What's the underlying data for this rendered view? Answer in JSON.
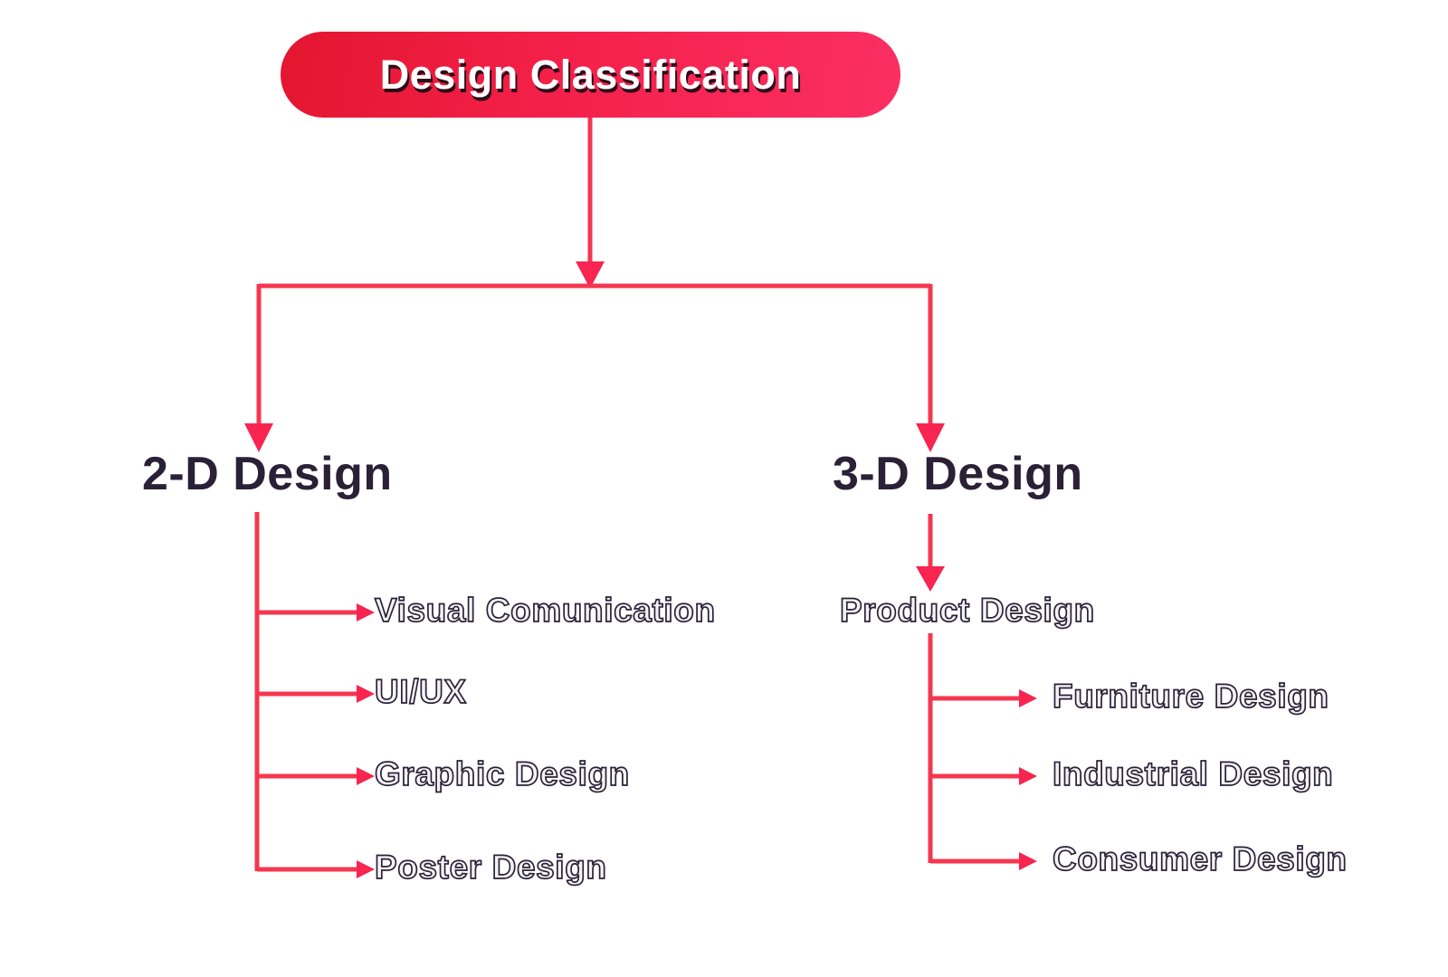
{
  "root": {
    "label": "Design Classification"
  },
  "branches": [
    {
      "label": "2-D Design",
      "children": [
        "Visual Comunication",
        "UI/UX",
        "Graphic Design",
        "Poster Design"
      ]
    },
    {
      "label": "3-D Design",
      "child": {
        "label": "Product Design",
        "children": [
          "Furniture Design",
          "Industrial Design",
          "Consumer Design"
        ]
      }
    }
  ],
  "colors": {
    "connector_line": "#f4374f",
    "arrowhead": "#f72550",
    "pill_gradient_start": "#e3162f",
    "pill_gradient_end": "#fb2f63",
    "dark_text": "#2a2136",
    "background": "#ffffff"
  },
  "icons": {
    "arrowhead": "filled-triangle-pointer"
  }
}
